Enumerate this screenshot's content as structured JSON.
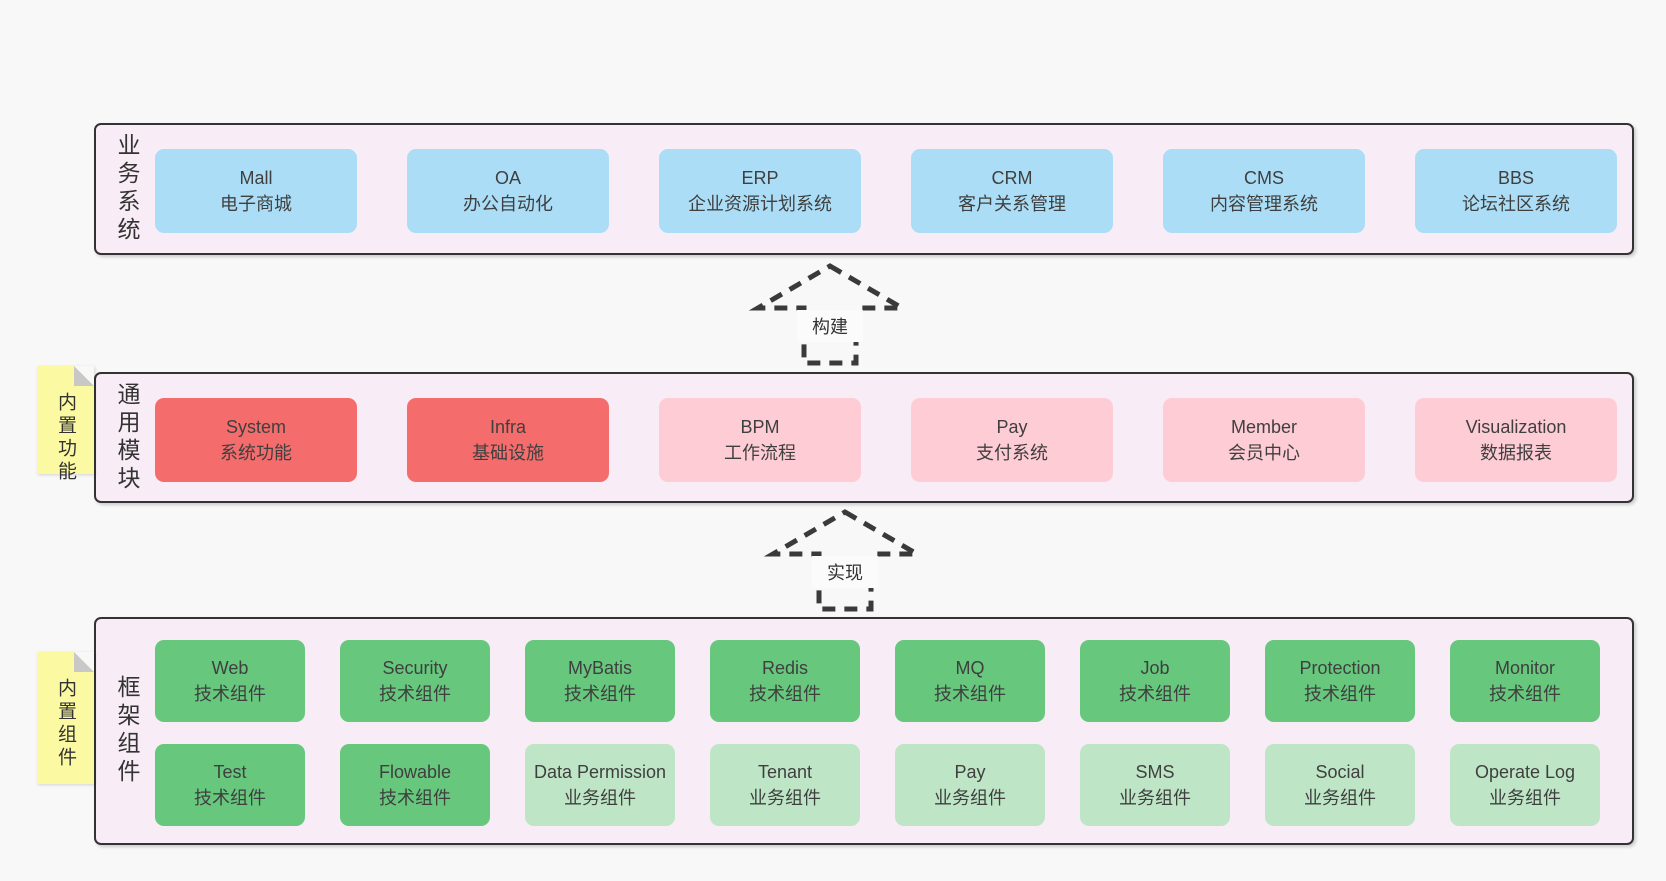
{
  "colors": {
    "page_bg": "#f8f8f8",
    "panel_bg": "#f8edf6",
    "panel_border": "#333333",
    "blue": "#abdef6",
    "red": "#f56c6c",
    "pink": "#fdccd5",
    "green": "#66c77d",
    "green_light": "#bee6c6",
    "note_yellow": "#fbf9a2",
    "note_fold": "#c8c8c8",
    "text": "#3f3f3f",
    "arrow_stroke": "#3a3a3a"
  },
  "layers": [
    {
      "id": "business-systems",
      "label": "业务系统",
      "boxes": [
        {
          "en": "Mall",
          "zh": "电子商城",
          "variant": "blue"
        },
        {
          "en": "OA",
          "zh": "办公自动化",
          "variant": "blue"
        },
        {
          "en": "ERP",
          "zh": "企业资源计划系统",
          "variant": "blue"
        },
        {
          "en": "CRM",
          "zh": "客户关系管理",
          "variant": "blue"
        },
        {
          "en": "CMS",
          "zh": "内容管理系统",
          "variant": "blue"
        },
        {
          "en": "BBS",
          "zh": "论坛社区系统",
          "variant": "blue"
        }
      ]
    },
    {
      "id": "common-modules",
      "label": "通用模块",
      "note": "内置功能",
      "boxes": [
        {
          "en": "System",
          "zh": "系统功能",
          "variant": "red"
        },
        {
          "en": "Infra",
          "zh": "基础设施",
          "variant": "red"
        },
        {
          "en": "BPM",
          "zh": "工作流程",
          "variant": "pink"
        },
        {
          "en": "Pay",
          "zh": "支付系统",
          "variant": "pink"
        },
        {
          "en": "Member",
          "zh": "会员中心",
          "variant": "pink"
        },
        {
          "en": "Visualization",
          "zh": "数据报表",
          "variant": "pink"
        }
      ]
    },
    {
      "id": "framework-components",
      "label": "框架组件",
      "note": "内置组件",
      "rows": [
        [
          {
            "en": "Web",
            "zh": "技术组件",
            "variant": "green"
          },
          {
            "en": "Security",
            "zh": "技术组件",
            "variant": "green"
          },
          {
            "en": "MyBatis",
            "zh": "技术组件",
            "variant": "green"
          },
          {
            "en": "Redis",
            "zh": "技术组件",
            "variant": "green"
          },
          {
            "en": "MQ",
            "zh": "技术组件",
            "variant": "green"
          },
          {
            "en": "Job",
            "zh": "技术组件",
            "variant": "green"
          },
          {
            "en": "Protection",
            "zh": "技术组件",
            "variant": "green"
          },
          {
            "en": "Monitor",
            "zh": "技术组件",
            "variant": "green"
          }
        ],
        [
          {
            "en": "Test",
            "zh": "技术组件",
            "variant": "green"
          },
          {
            "en": "Flowable",
            "zh": "技术组件",
            "variant": "green"
          },
          {
            "en": "Data Permission",
            "zh": "业务组件",
            "variant": "green-light"
          },
          {
            "en": "Tenant",
            "zh": "业务组件",
            "variant": "green-light"
          },
          {
            "en": "Pay",
            "zh": "业务组件",
            "variant": "green-light"
          },
          {
            "en": "SMS",
            "zh": "业务组件",
            "variant": "green-light"
          },
          {
            "en": "Social",
            "zh": "业务组件",
            "variant": "green-light"
          },
          {
            "en": "Operate Log",
            "zh": "业务组件",
            "variant": "green-light"
          }
        ]
      ]
    }
  ],
  "arrows": [
    {
      "label": "构建"
    },
    {
      "label": "实现"
    }
  ]
}
